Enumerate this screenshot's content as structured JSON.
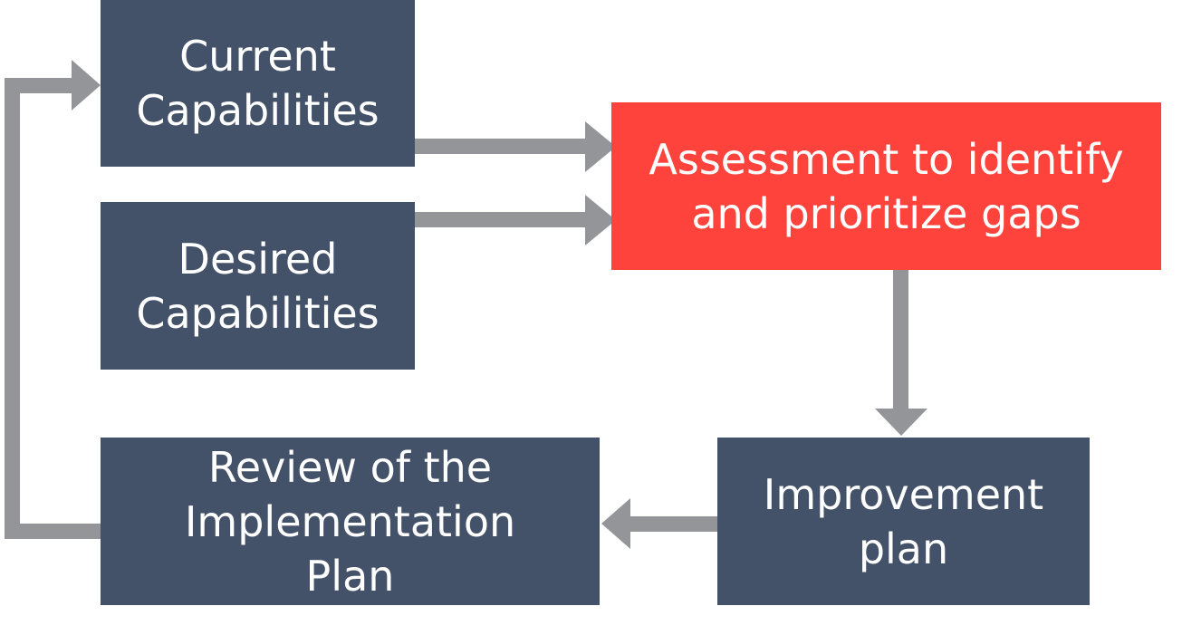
{
  "diagram": {
    "nodes": {
      "current": {
        "label_lines": [
          "Current",
          "Capabilities"
        ]
      },
      "desired": {
        "label_lines": [
          "Desired",
          "Capabilities"
        ]
      },
      "assessment": {
        "label_lines": [
          "Assessment to identify",
          "and prioritize gaps"
        ]
      },
      "improvement": {
        "label_lines": [
          "Improvement",
          "plan"
        ]
      },
      "review": {
        "label_lines": [
          "Review of the",
          "Implementation",
          "Plan"
        ]
      }
    },
    "edges": [
      {
        "from": "current",
        "to": "assessment"
      },
      {
        "from": "desired",
        "to": "assessment"
      },
      {
        "from": "assessment",
        "to": "improvement"
      },
      {
        "from": "improvement",
        "to": "review"
      },
      {
        "from": "review",
        "to": "current"
      }
    ]
  },
  "colors": {
    "node_dark": "#435269",
    "node_accent": "#fd433b",
    "node_text": "#ffffff",
    "arrow": "#939599"
  }
}
